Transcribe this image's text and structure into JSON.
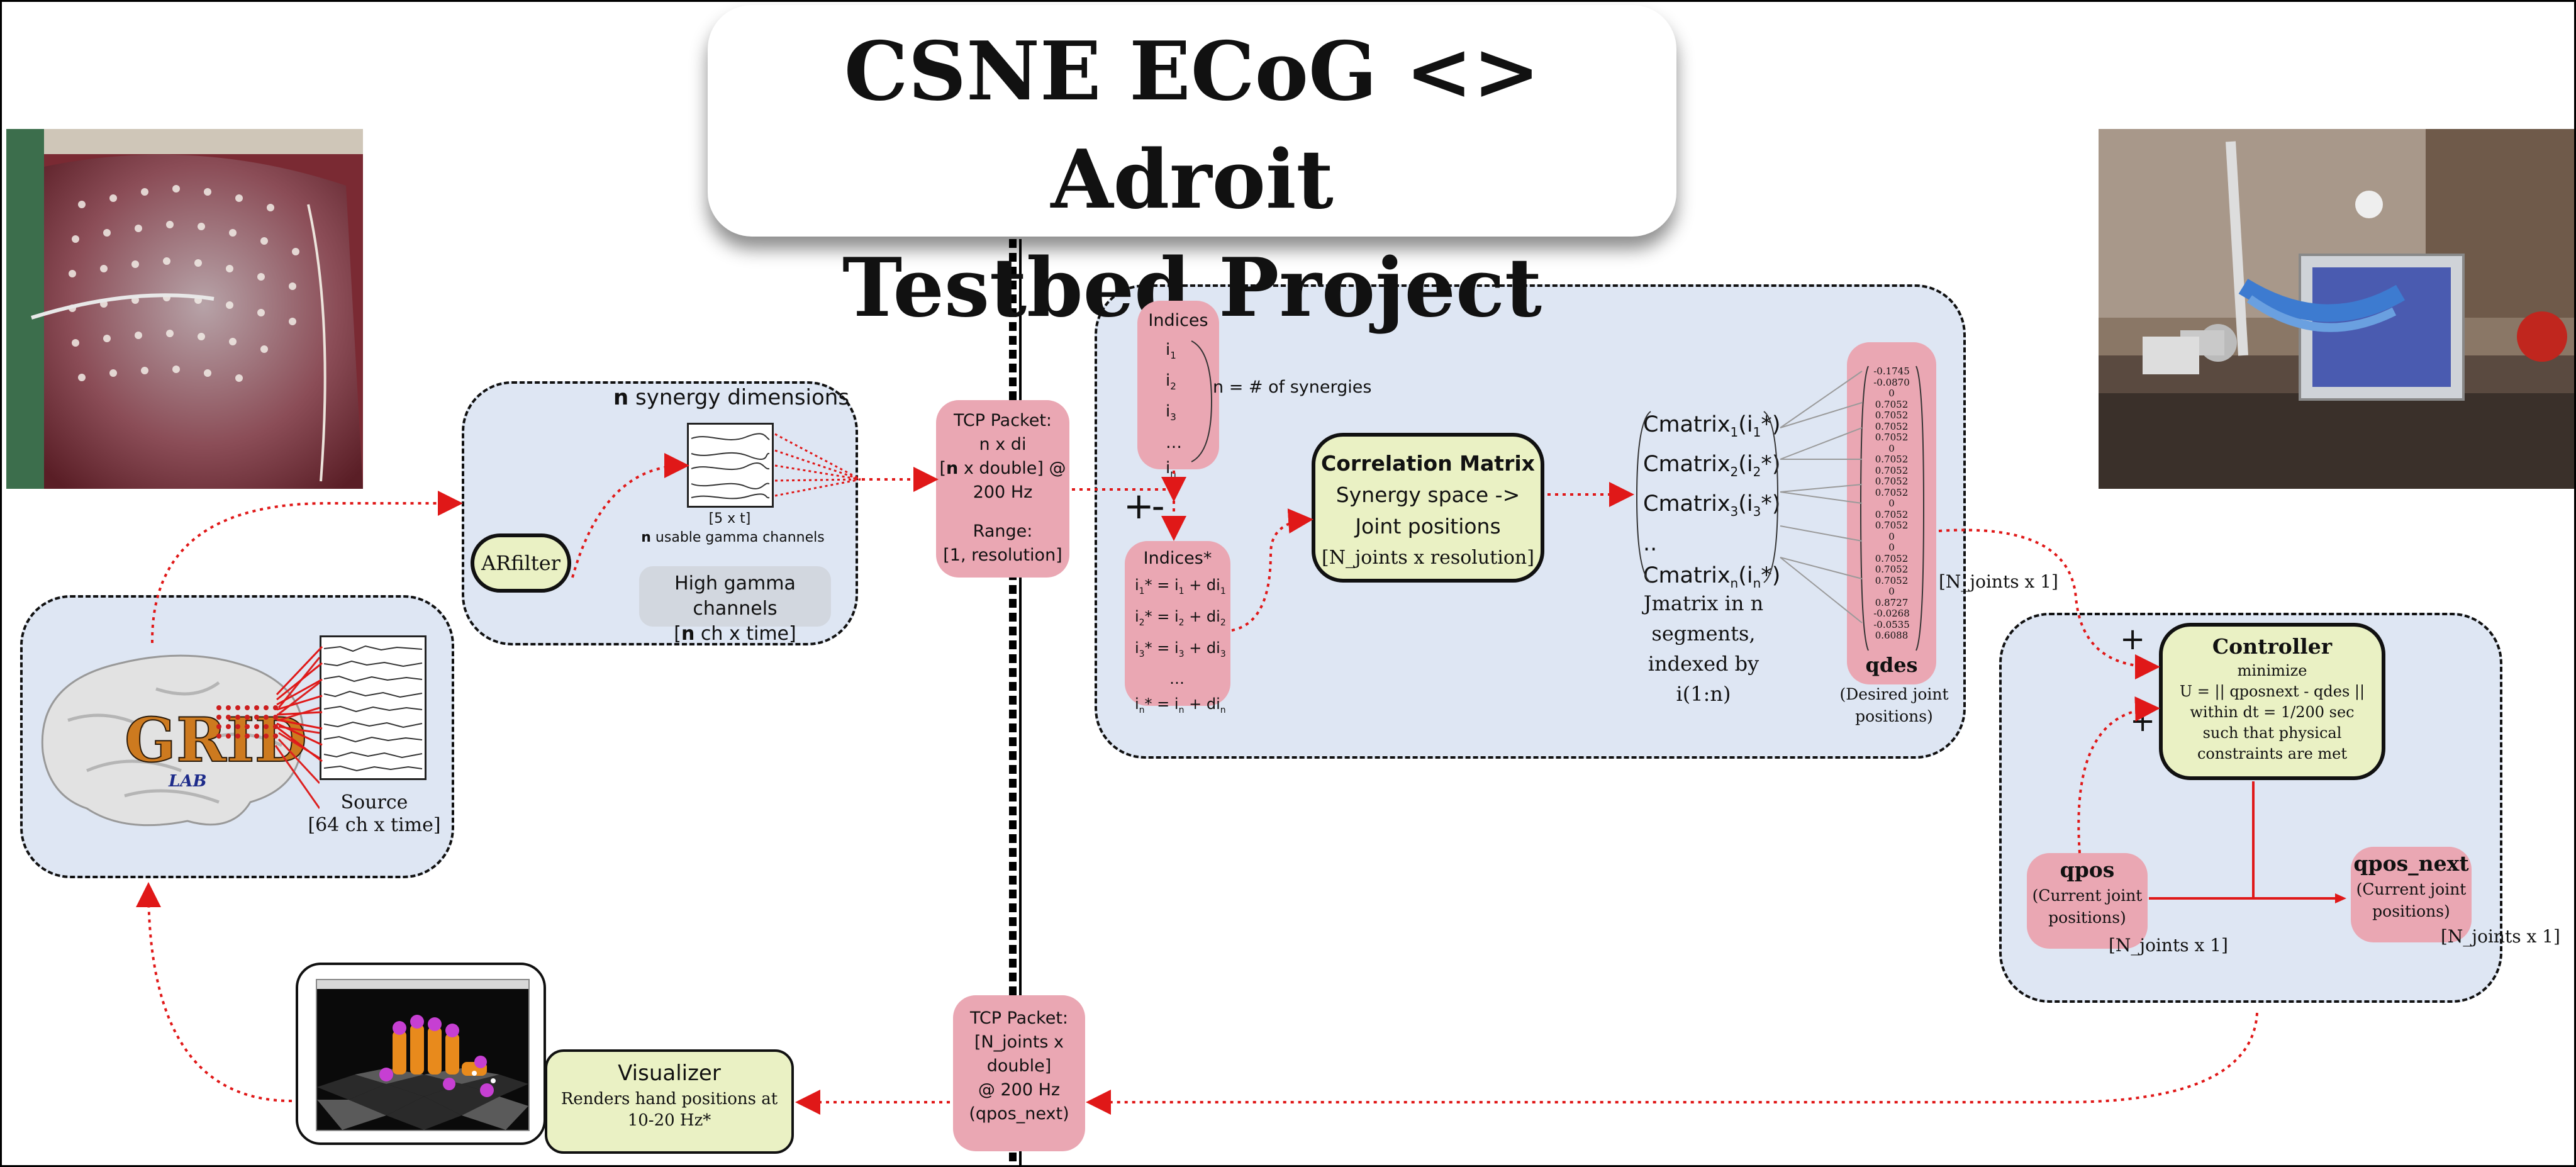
{
  "title": {
    "line1": "CSNE ECoG <> Adroit",
    "line2": "Testbed Project"
  },
  "source": {
    "label": "Source",
    "dims": "[64 ch x time]",
    "logo_text": "GRID",
    "logo_sub": "LAB"
  },
  "synergy": {
    "header_bold": "n",
    "header_rest": " synergy dimensions",
    "filter_label": "ARfilter",
    "matrix_dims": "[5 x t]",
    "usable_bold": "n",
    "usable_rest": " usable gamma channels",
    "hg_line1": "High gamma channels",
    "hg_line2_open": "[",
    "hg_line2_bold": "n",
    "hg_line2_rest": " ch  x  time]"
  },
  "tcp1": {
    "line1": "TCP Packet:",
    "line2": "n x di",
    "line3_open": "[",
    "line3_bold": "n",
    "line3_rest": " x double] @",
    "line4": "200 Hz",
    "line5": "Range:",
    "line6": "[1, resolution]"
  },
  "indices": {
    "title": "Indices",
    "items": [
      "i",
      "i",
      "i",
      "…",
      "i"
    ],
    "subs": [
      "1",
      "2",
      "3",
      "",
      "n"
    ],
    "note": "n = # of synergies"
  },
  "plusminus": "+-",
  "indices_star": {
    "title": "Indices*",
    "rows": [
      {
        "a": "i",
        "as": "1",
        "b": "* = i",
        "bs": "1",
        "c": " + di",
        "cs": "1"
      },
      {
        "a": "i",
        "as": "2",
        "b": "* = i",
        "bs": "2",
        "c": " + di",
        "cs": "2"
      },
      {
        "a": "i",
        "as": "3",
        "b": "* = i",
        "bs": "3",
        "c": " + di",
        "cs": "3"
      },
      {
        "a": "…",
        "as": "",
        "b": "",
        "bs": "",
        "c": "",
        "cs": ""
      },
      {
        "a": "i",
        "as": "n",
        "b": "* = i",
        "bs": "n",
        "c": " + di",
        "cs": "n"
      }
    ]
  },
  "corr": {
    "title": "Correlation  Matrix",
    "line1": "Synergy space ->",
    "line2": "Joint positions",
    "line3": "[N_joints x resolution]"
  },
  "cmatrix": {
    "rows": [
      {
        "base": "Cmatrix",
        "sub": "1",
        "arg": "(i",
        "asub": "1",
        "tail": "*)"
      },
      {
        "base": "Cmatrix",
        "sub": "2",
        "arg": "(i",
        "asub": "2",
        "tail": "*)"
      },
      {
        "base": "Cmatrix",
        "sub": "3",
        "arg": "(i",
        "asub": "3",
        "tail": "*)"
      },
      {
        "base": "..",
        "sub": "",
        "arg": "",
        "asub": "",
        "tail": ""
      },
      {
        "base": "Cmatrix",
        "sub": "n",
        "arg": "(i",
        "asub": "n",
        "tail": "*)"
      }
    ],
    "caption": [
      "Jmatrix in n",
      "segments,",
      "indexed by",
      "i(1:n)"
    ]
  },
  "qdes": {
    "values": [
      "-0.1745",
      "-0.0870",
      "0",
      "0.7052",
      "0.7052",
      "0.7052",
      "0.7052",
      "0",
      "0.7052",
      "0.7052",
      "0.7052",
      "0.7052",
      "0",
      "0.7052",
      "0.7052",
      "0",
      "0",
      "0.7052",
      "0.7052",
      "0.7052",
      "0",
      "0.8727",
      "-0.0268",
      "-0.0535",
      "0.6088"
    ],
    "label": "qdes",
    "desc1": "(Desired joint",
    "desc2": "positions)",
    "dims": "[N_joints x 1]"
  },
  "controller": {
    "title": "Controller",
    "lines": [
      "minimize",
      "U = || qposnext - qdes ||",
      "within dt = 1/200 sec",
      "such that physical",
      "constraints are met"
    ],
    "plus": "+"
  },
  "qpos": {
    "label": "qpos",
    "desc1": "(Current joint",
    "desc2": "positions)",
    "dims": "[N_joints x 1]"
  },
  "qpos_next": {
    "label": "qpos_next",
    "desc1": "(Current joint",
    "desc2": "positions)",
    "dims": "[N_joints x 1]"
  },
  "tcp2": {
    "line1": "TCP Packet:",
    "line2": "[N_joints x",
    "line3": "double]",
    "line4": "@ 200 Hz",
    "line5": "(qpos_next)"
  },
  "visualizer": {
    "title": "Visualizer",
    "line1": "Renders hand positions at",
    "line2": "10-20 Hz*"
  },
  "colors": {
    "cluster_fill": "#dee6f3",
    "pink": "#eaa7b3",
    "yellow": "#eaf1c4",
    "arrow_red": "#e01818",
    "grey": "#d2d7df"
  }
}
